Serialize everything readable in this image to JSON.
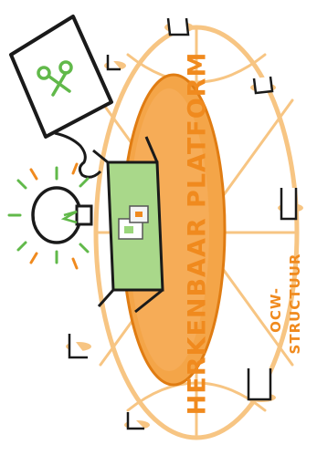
{
  "illustration": {
    "platform_label": "HERKENBAAR PLATFORM",
    "ocw_label_line1": "OCW-",
    "ocw_label_line2": "STRUCTUUR",
    "colors": {
      "orange": "#f08a1e",
      "light_orange": "#f7c583",
      "green": "#61b94a",
      "light_green": "#a9d88a",
      "ink": "#1a1a1a"
    },
    "icons": [
      "lightbulb-icon",
      "speech-bubble-icon",
      "scissors-icon",
      "desk-icon",
      "chair-icon",
      "document-stack-icon"
    ]
  }
}
